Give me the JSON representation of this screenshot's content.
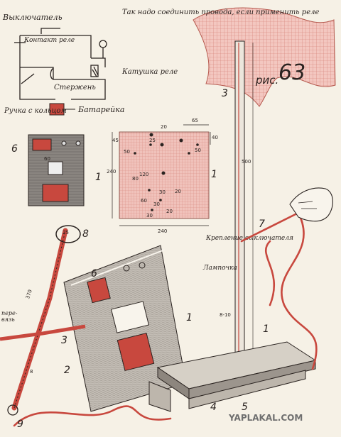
{
  "schematic": {
    "switch_label": "Выключатель",
    "relay_contact_label": "Контакт реле",
    "rod_label": "Стержень",
    "ring_handle_label": "Ручка с кольцом",
    "battery_label": "Батарейка",
    "relay_coil_label": "Катушка реле",
    "note_label": "Так надо соединить провода, если применить реле"
  },
  "figure_number": "рис. 63",
  "panel_dimensions": {
    "d20": "20",
    "d65": "65",
    "d45": "45",
    "d25": "25",
    "d40": "40",
    "d50a": "50",
    "d50b": "50",
    "d60": "60",
    "d120": "120",
    "d30a": "30",
    "d30b": "30",
    "d20b": "20",
    "d30c": "30",
    "d60b": "60",
    "d20c": "20",
    "d240w": "240",
    "d240h": "240",
    "d80": "80"
  },
  "rod_dimensions": {
    "height": "500",
    "diameter": "8-10"
  },
  "loop_dimensions": {
    "d25": "25",
    "length": "370",
    "d8": "8"
  },
  "labels": {
    "switch_mount": "Крепление выключателя",
    "lamp": "Лампочка",
    "prefix_cut": "пере-\nвязь"
  },
  "callouts": [
    "1",
    "2",
    "3",
    "4",
    "5",
    "6",
    "7",
    "8",
    "9"
  ],
  "watermark": "YAPLAKAL.COM",
  "colors": {
    "accent": "#c8483e",
    "pink_grid": "#e9a7a0",
    "ink": "#2a2320",
    "paper": "#f6f1e6"
  }
}
